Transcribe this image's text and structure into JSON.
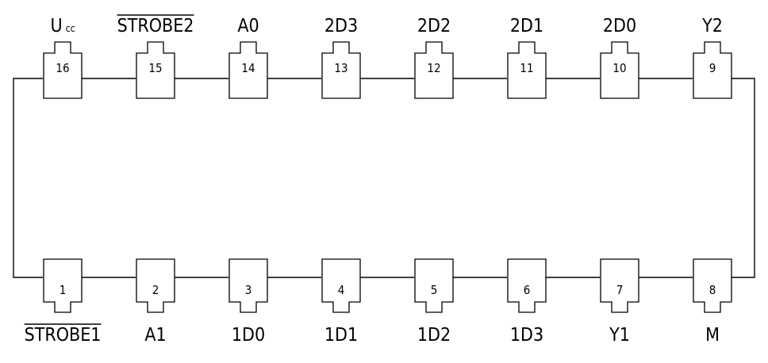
{
  "chip": {
    "top_pins": [
      {
        "number": "16",
        "signal": "U",
        "subscript": "cc",
        "overline": false
      },
      {
        "number": "15",
        "signal": "STROBE2",
        "overline": true
      },
      {
        "number": "14",
        "signal": "A0",
        "overline": false
      },
      {
        "number": "13",
        "signal": "2D3",
        "overline": false
      },
      {
        "number": "12",
        "signal": "2D2",
        "overline": false
      },
      {
        "number": "11",
        "signal": "2D1",
        "overline": false
      },
      {
        "number": "10",
        "signal": "2D0",
        "overline": false
      },
      {
        "number": "9",
        "signal": "Y2",
        "overline": false
      }
    ],
    "bottom_pins": [
      {
        "number": "1",
        "signal": "STROBE1",
        "overline": true
      },
      {
        "number": "2",
        "signal": "A1",
        "overline": false
      },
      {
        "number": "3",
        "signal": "1D0",
        "overline": false
      },
      {
        "number": "4",
        "signal": "1D1",
        "overline": false
      },
      {
        "number": "5",
        "signal": "1D2",
        "overline": false
      },
      {
        "number": "6",
        "signal": "1D3",
        "overline": false
      },
      {
        "number": "7",
        "signal": "Y1",
        "overline": false
      },
      {
        "number": "8",
        "signal": "M",
        "overline": false
      }
    ]
  },
  "colors": {
    "line": "#000000",
    "background": "#ffffff"
  }
}
